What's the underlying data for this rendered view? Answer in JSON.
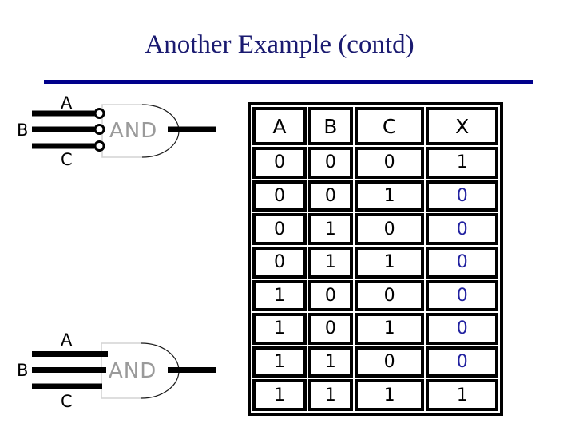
{
  "slide": {
    "title": "Another Example (contd)"
  },
  "colors": {
    "title_navy": "#1a1a70",
    "rule_navy": "#00008b",
    "x_zero_blue": "#2222a0",
    "gate_text_gray": "#9a9a9a",
    "gate_body_gray": "#d4d4d4",
    "line_black": "#000000"
  },
  "gate_top": {
    "label": "AND",
    "inputs": {
      "a": "A",
      "b": "B",
      "c": "C"
    },
    "inverted_inputs": true
  },
  "gate_bottom": {
    "label": "AND",
    "inputs": {
      "a": "A",
      "b": "B",
      "c": "C"
    },
    "inverted_inputs": false
  },
  "truth_table": {
    "headers": [
      "A",
      "B",
      "C",
      "X"
    ],
    "rows": [
      {
        "a": "0",
        "b": "0",
        "c": "0",
        "x": "1",
        "x_color": "black"
      },
      {
        "a": "0",
        "b": "0",
        "c": "1",
        "x": "0",
        "x_color": "blue"
      },
      {
        "a": "0",
        "b": "1",
        "c": "0",
        "x": "0",
        "x_color": "blue"
      },
      {
        "a": "0",
        "b": "1",
        "c": "1",
        "x": "0",
        "x_color": "blue"
      },
      {
        "a": "1",
        "b": "0",
        "c": "0",
        "x": "0",
        "x_color": "blue"
      },
      {
        "a": "1",
        "b": "0",
        "c": "1",
        "x": "0",
        "x_color": "blue"
      },
      {
        "a": "1",
        "b": "1",
        "c": "0",
        "x": "0",
        "x_color": "blue"
      },
      {
        "a": "1",
        "b": "1",
        "c": "1",
        "x": "1",
        "x_color": "black"
      }
    ]
  }
}
